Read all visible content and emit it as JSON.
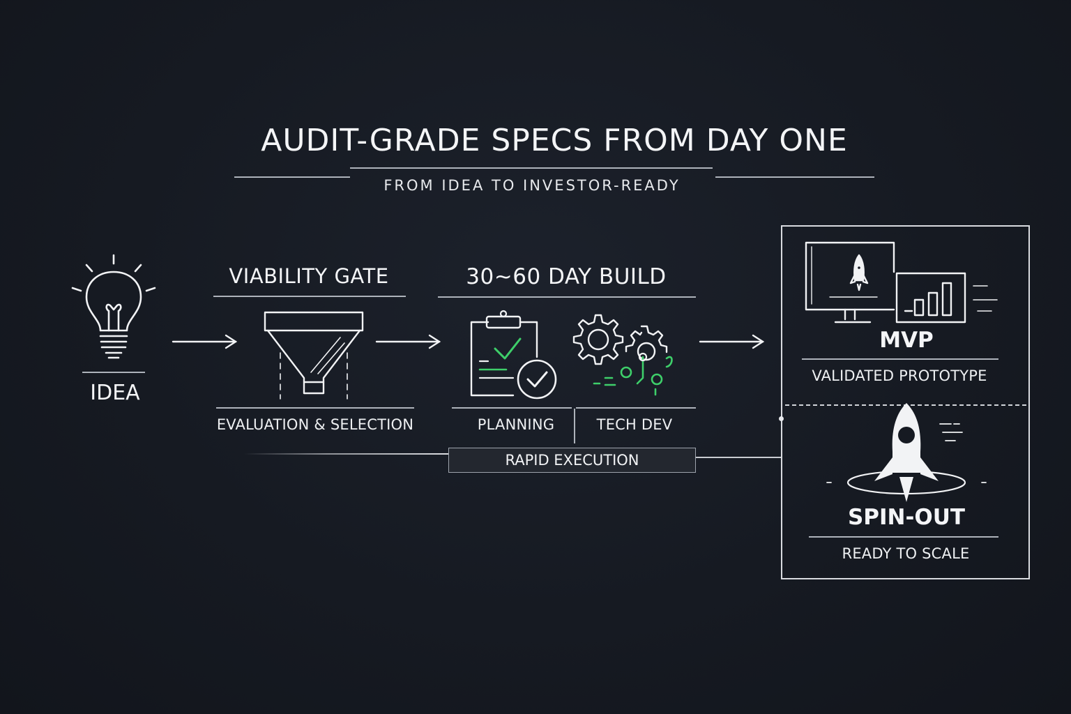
{
  "header": {
    "title": "AUDIT-GRADE SPECS FROM DAY ONE",
    "subtitle": "FROM IDEA TO INVESTOR-READY"
  },
  "stages": {
    "idea": {
      "label": "IDEA",
      "icon": "lightbulb-icon"
    },
    "viability": {
      "heading": "VIABILITY GATE",
      "label": "EVALUATION & SELECTION",
      "icon": "funnel-icon"
    },
    "build": {
      "heading": "30~60 DAY BUILD",
      "planning_label": "PLANNING",
      "techdev_label": "TECH DEV",
      "bar_label": "RAPID EXECUTION",
      "planning_icon": "clipboard-check-icon",
      "techdev_icon": "gears-circuit-icon"
    },
    "mvp": {
      "title": "MVP",
      "label": "VALIDATED PROTOTYPE",
      "icon": "monitor-rocket-chart-icon"
    },
    "spinout": {
      "title": "SPIN-OUT",
      "label": "READY TO SCALE",
      "icon": "rocket-launch-icon"
    }
  },
  "colors": {
    "background": "#161a22",
    "line": "#e6e8ec",
    "accent_green": "#3ecf6a"
  }
}
